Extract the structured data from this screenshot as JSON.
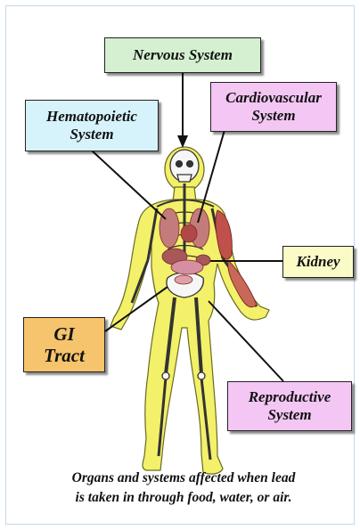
{
  "labels": {
    "nervous": "Nervous System",
    "hematopoietic_line1": "Hematopoietic",
    "hematopoietic_line2": "System",
    "cardiovascular_line1": "Cardiovascular",
    "cardiovascular_line2": "System",
    "kidney": "Kidney",
    "gi_line1": "GI",
    "gi_line2": "Tract",
    "reproductive_line1": "Reproductive",
    "reproductive_line2": "System"
  },
  "caption": {
    "line1": "Organs and systems affected when lead",
    "line2": "is taken in through food, water, or  air."
  },
  "colors": {
    "nervous_box": "#d4f0d0",
    "hematopoietic_box": "#d6f3fb",
    "cardiovascular_box": "#f3c6f3",
    "kidney_box": "#fbfbc8",
    "gi_box": "#f6c46c",
    "reproductive_box": "#f3c6f3",
    "body_fill": "#f3f06a",
    "frame_border": "#bcd8ee"
  },
  "icons": [
    "human-skeleton-illustration",
    "arrow-down-icon"
  ]
}
